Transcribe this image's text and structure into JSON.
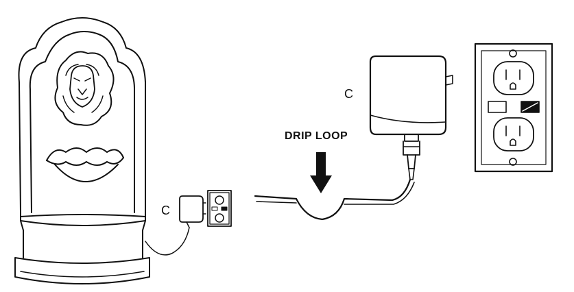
{
  "labels": {
    "adapter_small": "C",
    "adapter_large": "C",
    "drip_loop": "DRIP LOOP"
  },
  "colors": {
    "line": "#111111",
    "background": "#ffffff"
  },
  "icons": {
    "fountain": "lion-fountain-icon",
    "adapter": "power-adapter-icon",
    "outlet": "wall-outlet-icon",
    "arrow": "down-arrow-icon"
  }
}
